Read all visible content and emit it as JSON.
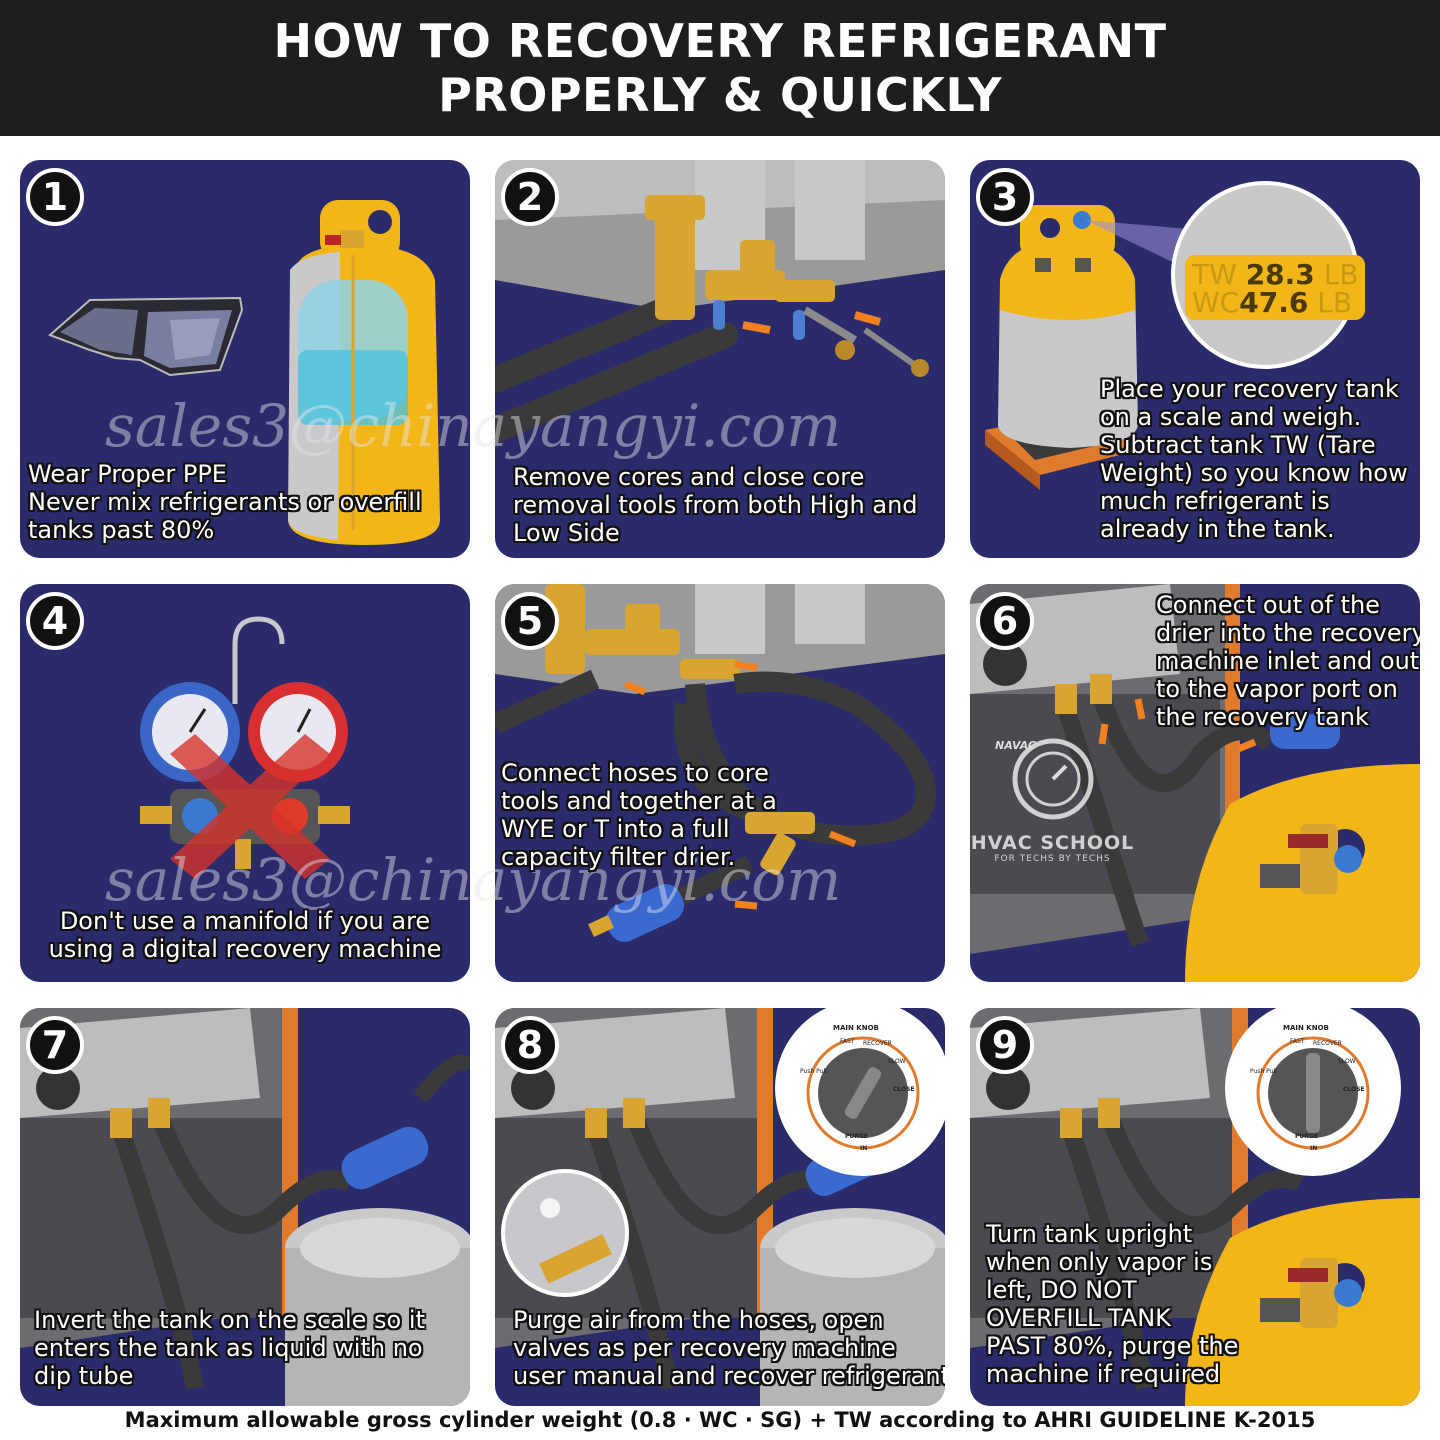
{
  "header": {
    "title_line1": "HOW TO RECOVERY REFRIGERANT",
    "title_line2": "PROPERLY & QUICKLY"
  },
  "watermark": "sales3@chinayangyi.com",
  "steps": [
    {
      "number": "1",
      "lines": [
        "Wear Proper PPE",
        "Never mix refrigerants or overfill",
        "tanks past 80%"
      ]
    },
    {
      "number": "2",
      "lines": [
        "Remove cores and close core",
        "removal tools from both High and",
        "Low Side"
      ]
    },
    {
      "number": "3",
      "lines": [
        "Place your recovery tank",
        "on a scale and weigh.",
        "Subtract tank TW (Tare",
        "Weight) so you know how",
        "much refrigerant is",
        "already in the tank."
      ],
      "tank_label": {
        "tw_prefix": "TW",
        "tw_value": "28.3",
        "tw_unit": "LB",
        "wc_prefix": "WC",
        "wc_value": "47.6",
        "wc_unit": "LB"
      }
    },
    {
      "number": "4",
      "lines": [
        "Don't use a manifold if you are",
        "using a digital recovery machine"
      ]
    },
    {
      "number": "5",
      "lines": [
        "Connect hoses to core",
        "tools and together at a",
        "WYE or T into a full",
        "capacity filter drier."
      ]
    },
    {
      "number": "6",
      "lines": [
        "Connect out of the",
        "drier into the recovery",
        "machine inlet and out",
        "to the vapor port on",
        "the recovery tank"
      ],
      "logo": {
        "name": "HVAC SCHOOL",
        "tagline": "FOR TECHS BY TECHS",
        "machine_brand": "NAVAC"
      }
    },
    {
      "number": "7",
      "lines": [
        "Invert the tank on the scale so it",
        "enters the tank as liquid with no",
        "dip tube"
      ]
    },
    {
      "number": "8",
      "lines": [
        "Purge air from the hoses, open",
        "valves as per recovery machine",
        "user manual and recover refrigerant"
      ],
      "knob": {
        "title": "MAIN KNOB",
        "labels": [
          "FAST",
          "RECOVER",
          "SLOW",
          "CLOSE",
          "PURGE",
          "IN",
          "Push Pull"
        ]
      }
    },
    {
      "number": "9",
      "lines": [
        "Turn tank upright",
        "when only vapor is",
        "left, DO NOT",
        "OVERFILL TANK",
        "PAST 80%, purge the",
        "machine if required"
      ],
      "knob": {
        "title": "MAIN KNOB",
        "labels": [
          "FAST",
          "RECOVER",
          "SLOW",
          "CLOSE",
          "PURGE",
          "IN",
          "Push Pull"
        ]
      }
    }
  ],
  "footer": "Maximum allowable gross cylinder weight (0.8 · WC · SG) + TW according to AHRI GUIDELINE K-2015",
  "colors": {
    "panel_bg": "#2b2b6b",
    "header_bg": "#1e1e1e",
    "tank_yellow": "#f2b619",
    "brass": "#d9a531",
    "hose": "#3a3a3a",
    "machine_orange": "#e07b2e"
  }
}
